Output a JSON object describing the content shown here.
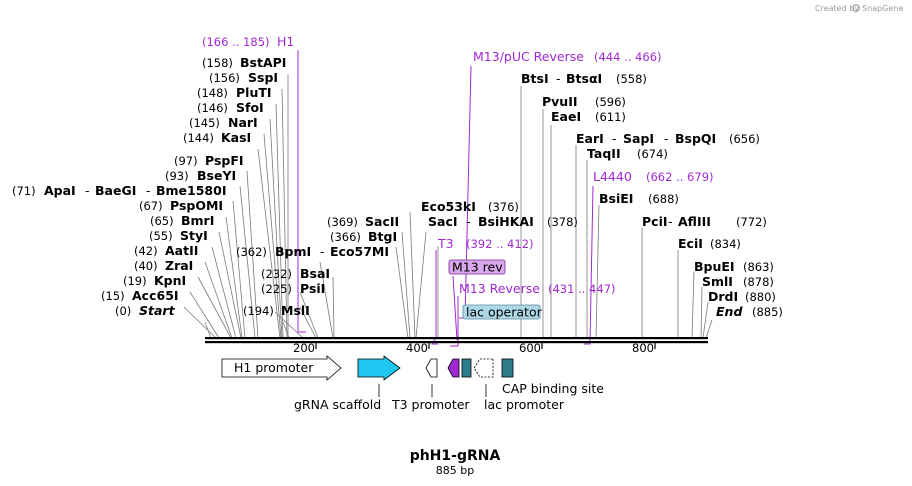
{
  "brand": {
    "text": "Created by",
    "name": "SnapGene"
  },
  "plasmid": {
    "name": "phH1-gRNA",
    "length": "885 bp"
  },
  "axis": {
    "ticks": [
      "200",
      "400",
      "600",
      "800"
    ]
  },
  "enzymes": [
    {
      "pos": "(0)",
      "name": "Start"
    },
    {
      "pos": "(15)",
      "name": "Acc65I"
    },
    {
      "pos": "(19)",
      "name": "KpnI"
    },
    {
      "pos": "(40)",
      "name": "ZraI"
    },
    {
      "pos": "(42)",
      "name": "AatII"
    },
    {
      "pos": "(55)",
      "name": "StyI"
    },
    {
      "pos": "(65)",
      "name": "BmrI"
    },
    {
      "pos": "(67)",
      "name": "PspOMI"
    },
    {
      "pos": "(71)",
      "name": "ApaI",
      "name2": "BaeGI",
      "name3": "Bme1580I"
    },
    {
      "pos": "(93)",
      "name": "BseYI"
    },
    {
      "pos": "(97)",
      "name": "PspFI"
    },
    {
      "pos": "(144)",
      "name": "KasI"
    },
    {
      "pos": "(145)",
      "name": "NarI"
    },
    {
      "pos": "(146)",
      "name": "SfoI"
    },
    {
      "pos": "(148)",
      "name": "PluTI"
    },
    {
      "pos": "(156)",
      "name": "SspI"
    },
    {
      "pos": "(158)",
      "name": "BstAPI"
    },
    {
      "pos": "(194)",
      "name": "MslI"
    },
    {
      "pos": "(225)",
      "name": "PsiI"
    },
    {
      "pos": "(232)",
      "name": "BsaI"
    },
    {
      "pos": "(362)",
      "name": "BpmI",
      "name2": "Eco57MI"
    },
    {
      "pos": "(366)",
      "name": "BtgI"
    },
    {
      "pos": "(369)",
      "name": "SacII"
    },
    {
      "pos": "(376)",
      "name": "Eco53kI"
    },
    {
      "pos": "(378)",
      "name": "SacI",
      "name2": "BsiHKAI"
    },
    {
      "pos": "(558)",
      "name": "BtsI",
      "name2": "BtsαI"
    },
    {
      "pos": "(596)",
      "name": "PvuII"
    },
    {
      "pos": "(611)",
      "name": "EaeI"
    },
    {
      "pos": "(656)",
      "name": "EarI",
      "name2": "SapI",
      "name3": "BspQI"
    },
    {
      "pos": "(674)",
      "name": "TaqII"
    },
    {
      "pos": "(688)",
      "name": "BsiEI"
    },
    {
      "pos": "(772)",
      "name": "PciI",
      "name2": "AflIII"
    },
    {
      "pos": "(834)",
      "name": "EciI"
    },
    {
      "pos": "(863)",
      "name": "BpuEI"
    },
    {
      "pos": "(878)",
      "name": "SmlI"
    },
    {
      "pos": "(880)",
      "name": "DrdI"
    },
    {
      "pos": "(885)",
      "name": "End"
    }
  ],
  "primers": [
    {
      "name": "H1",
      "range": "(166 .. 185)"
    },
    {
      "name": "M13/pUC Reverse",
      "range": "(444 .. 466)"
    },
    {
      "name": "L4440",
      "range": "(662 .. 679)"
    },
    {
      "name": "T3",
      "range": "(392 .. 412)"
    },
    {
      "name": "M13 Reverse",
      "range": "(431 .. 447)"
    }
  ],
  "boxes": {
    "m13rev": "M13 rev",
    "lacop": "lac operator"
  },
  "features": {
    "h1": "H1 promoter",
    "grna": "gRNA scaffold",
    "t3": "T3 promoter",
    "lac": "lac promoter",
    "cap": "CAP binding site"
  },
  "colors": {
    "primer": "#a02ad2",
    "scaffold": "#1fc6f0",
    "lac_operator": "#add8e6",
    "cap": "#2e7d8c",
    "primer_box": "#d9a8ec"
  }
}
